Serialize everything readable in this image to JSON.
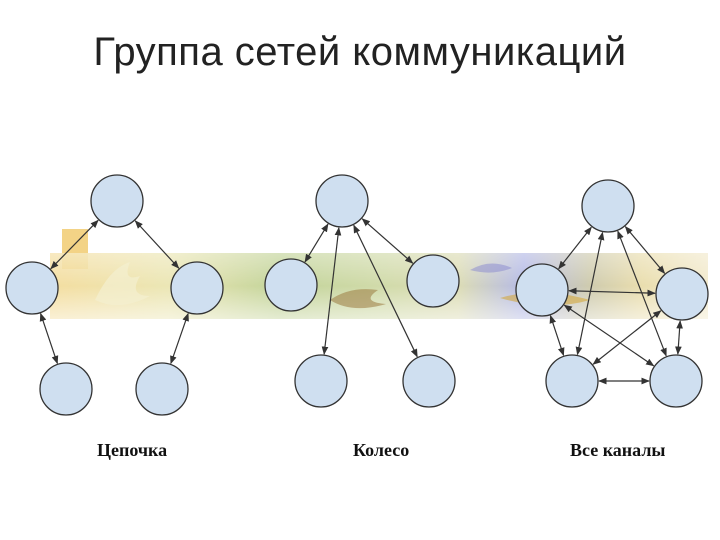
{
  "title": "Группа сетей коммуникаций",
  "captions": {
    "chain": "Цепочка",
    "wheel": "Колесо",
    "all_channels": "Все каналы"
  },
  "colors": {
    "node_fill": "#cfdff0",
    "node_stroke": "#333333",
    "edge": "#333333",
    "band_gold": "#e8c060",
    "band_green": "#a8c070",
    "band_purple": "#a0a0e0"
  },
  "networks": [
    {
      "id": "chain",
      "nodes": [
        "top",
        "mid-left",
        "mid-right",
        "bottom-left",
        "bottom-right"
      ],
      "edges": [
        [
          "top",
          "mid-left"
        ],
        [
          "top",
          "mid-right"
        ],
        [
          "mid-left",
          "bottom-left"
        ],
        [
          "mid-right",
          "bottom-right"
        ]
      ]
    },
    {
      "id": "wheel",
      "nodes": [
        "top",
        "mid-left",
        "mid-right",
        "bottom-left",
        "bottom-right"
      ],
      "edges": [
        [
          "top",
          "mid-left"
        ],
        [
          "top",
          "mid-right"
        ],
        [
          "top",
          "bottom-left"
        ],
        [
          "top",
          "bottom-right"
        ]
      ]
    },
    {
      "id": "all-channels",
      "nodes": [
        "top",
        "mid-left",
        "mid-right",
        "bottom-left",
        "bottom-right"
      ],
      "edges": [
        [
          "top",
          "mid-left"
        ],
        [
          "top",
          "mid-right"
        ],
        [
          "top",
          "bottom-left"
        ],
        [
          "top",
          "bottom-right"
        ],
        [
          "mid-left",
          "mid-right"
        ],
        [
          "mid-left",
          "bottom-left"
        ],
        [
          "mid-left",
          "bottom-right"
        ],
        [
          "mid-right",
          "bottom-left"
        ],
        [
          "mid-right",
          "bottom-right"
        ],
        [
          "bottom-left",
          "bottom-right"
        ]
      ]
    }
  ]
}
